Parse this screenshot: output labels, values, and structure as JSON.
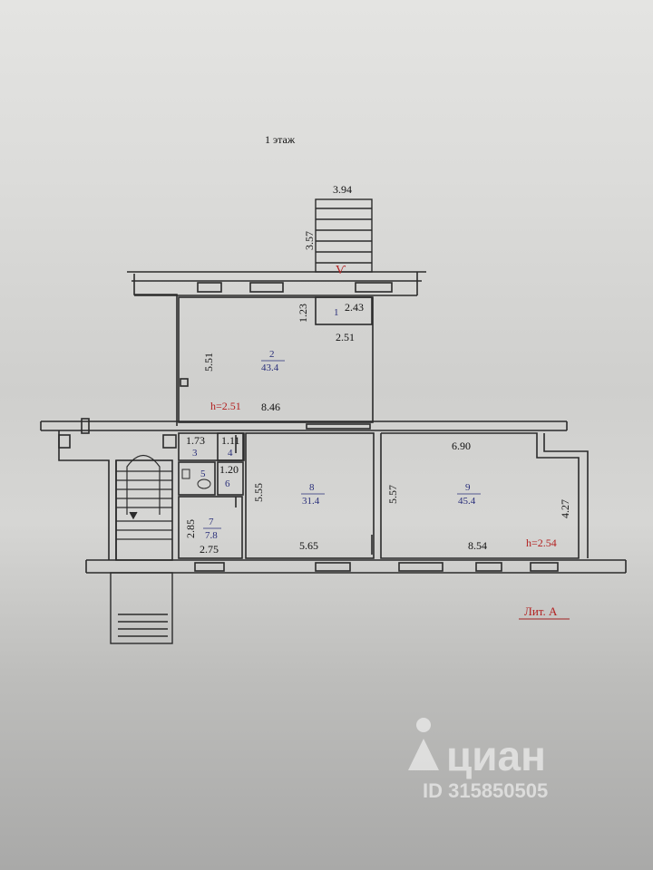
{
  "floor_title": "1 этаж",
  "dimensions": {
    "porch_width": "3.94",
    "porch_depth": "3.57",
    "vestibule_w": "2.43",
    "vestibule_h": "1.23",
    "vestibule_bottom": "2.51",
    "room2_height": "5.51",
    "room2_width": "8.46",
    "room3_width": "1.73",
    "room4_width": "1.11",
    "room6_width": "1.20",
    "room7_height": "2.85",
    "room7_width": "2.75",
    "room8_height": "5.55",
    "room8_width": "5.65",
    "room9_left": "5.57",
    "room9_top": "6.90",
    "room9_width": "8.54",
    "room9_right": "4.27"
  },
  "rooms": [
    {
      "num": "1",
      "area": ""
    },
    {
      "num": "2",
      "area": "43.4"
    },
    {
      "num": "3",
      "area": ""
    },
    {
      "num": "4",
      "area": ""
    },
    {
      "num": "5",
      "area": ""
    },
    {
      "num": "6",
      "area": ""
    },
    {
      "num": "7",
      "area": "7.8"
    },
    {
      "num": "8",
      "area": "31.4"
    },
    {
      "num": "9",
      "area": "45.4"
    }
  ],
  "heights": {
    "room2": "h=2.51",
    "room9": "h=2.54"
  },
  "liter": "Лит. А",
  "entry_mark": "Ѵ",
  "watermark": {
    "brand": "циан",
    "id": "ID 315850505"
  }
}
